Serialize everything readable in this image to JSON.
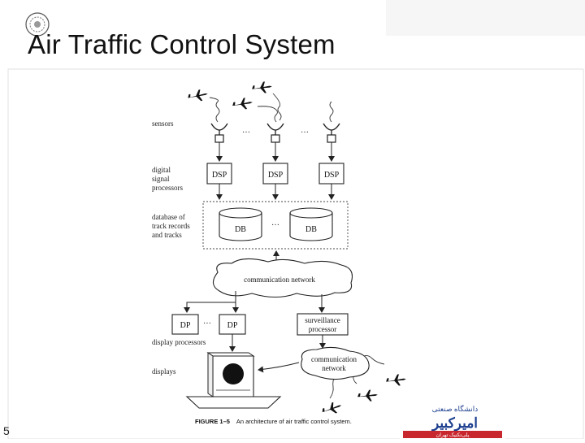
{
  "slide": {
    "title": "Air Traffic Control System",
    "page_number": "5"
  },
  "diagram": {
    "row_labels": {
      "sensors": "sensors",
      "dsp": [
        "digital",
        "signal",
        "processors"
      ],
      "database": [
        "database of",
        "track records",
        "and tracks"
      ],
      "display_processors": "display processors",
      "displays": "displays"
    },
    "dsp_box_label": "DSP",
    "db_label": "DB",
    "ellipsis": "…",
    "network_label": "communication network",
    "dp_label": "DP",
    "surveillance": [
      "surveillance",
      "processor"
    ],
    "comm_net_small": [
      "communication",
      "network"
    ],
    "caption_prefix": "FIGURE 1–5",
    "caption_text": "An architecture of air traffic control system."
  },
  "logo": {
    "line1": "دانشگاه صنعتی",
    "line2": "امیرکبیر",
    "line3": "پلی‌تکنیک تهران",
    "colors": {
      "blue": "#1c3f8f",
      "red": "#c8282d"
    }
  },
  "colors": {
    "title": "#111111",
    "line": "#222222",
    "panel_border": "#dddddd"
  }
}
